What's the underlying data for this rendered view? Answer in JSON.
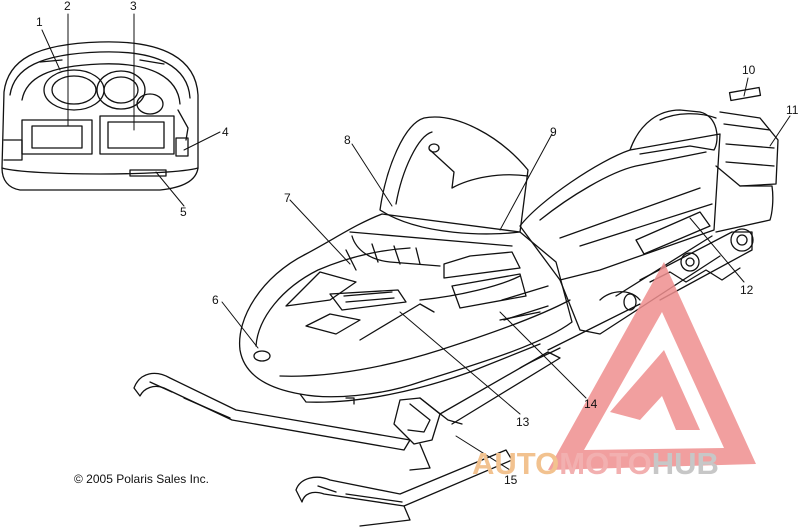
{
  "diagram": {
    "copyright": "© 2005 Polaris Sales Inc.",
    "callouts": [
      "1",
      "2",
      "3",
      "4",
      "5",
      "6",
      "7",
      "8",
      "9",
      "10",
      "11",
      "12",
      "13",
      "14",
      "15"
    ]
  },
  "watermark": {
    "part1": "AUTO",
    "part2": "MOTO",
    "part3": "HUB",
    "colors": {
      "auto": "#f2c28f",
      "moto": "#f2b0b0",
      "hub": "#c7c7c7",
      "triangle": "#ef8f8f"
    }
  }
}
